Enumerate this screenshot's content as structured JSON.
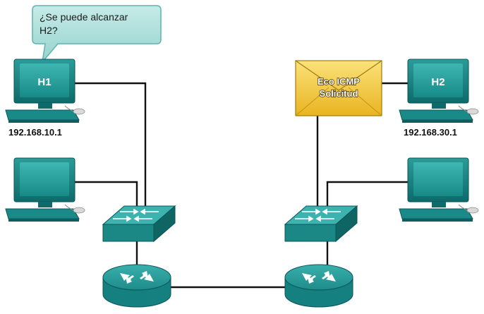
{
  "bubble": {
    "lines": [
      "¿Se puede alcanzar",
      "H2?"
    ]
  },
  "hosts": {
    "h1": {
      "label": "H1",
      "ip": "192.168.10.1"
    },
    "h2": {
      "label": "H2",
      "ip": "192.168.30.1"
    },
    "pc_left": {
      "label": ""
    },
    "pc_right": {
      "label": ""
    }
  },
  "packet": {
    "lines": [
      "Eco ICMP",
      "Solicitud"
    ]
  },
  "colors": {
    "device_teal": "#1d8f8f",
    "device_dark": "#0f5f63",
    "bubble_fill": "#a8dcd8",
    "envelope_fill": "#f2c83a",
    "link": "#111111"
  },
  "icons": {
    "switch": "switch-icon",
    "router": "router-icon",
    "pc": "computer-icon",
    "packet": "envelope-icon"
  }
}
